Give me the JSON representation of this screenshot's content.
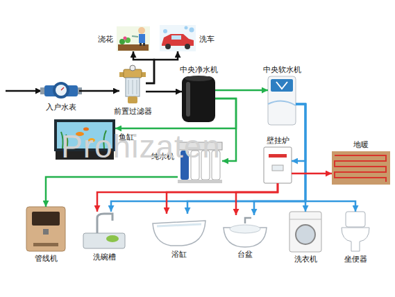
{
  "diagram": {
    "nodes": [
      {
        "text": [
          "入户水表"
        ]
      },
      {
        "text": [
          "前置过滤器"
        ]
      },
      {
        "text": [
          "浇花"
        ]
      },
      {
        "text": [
          "洗车"
        ]
      },
      {
        "text": [
          "中央净水机"
        ]
      },
      {
        "text": [
          "中央软水机"
        ]
      },
      {
        "text": [
          "鱼缸"
        ]
      },
      {
        "text": [
          "纯水机"
        ]
      },
      {
        "text": [
          "壁挂炉"
        ]
      },
      {
        "text": [
          "地暖"
        ]
      },
      {
        "text": [
          "管线机"
        ]
      },
      {
        "text": [
          "洗碗槽"
        ]
      },
      {
        "text": [
          "浴缸"
        ]
      },
      {
        "text": [
          "台盆"
        ]
      },
      {
        "text": [
          "洗衣机"
        ]
      },
      {
        "text": [
          "坐便器"
        ]
      }
    ],
    "edges": [
      {
        "from": 0,
        "to": 1,
        "arrow": "to"
      },
      {
        "from": 1,
        "to": 2,
        "arrow": "to"
      },
      {
        "from": 1,
        "to": 3,
        "arrow": "to"
      },
      {
        "from": 1,
        "to": 4,
        "arrow": "to"
      },
      {
        "from": 4,
        "to": 5,
        "arrow": "to"
      },
      {
        "from": 4,
        "to": 6,
        "arrow": "to"
      },
      {
        "from": 4,
        "to": 7,
        "arrow": "to"
      },
      {
        "from": 7,
        "to": 10,
        "arrow": "to"
      },
      {
        "from": 5,
        "to": 8,
        "arrow": "to"
      },
      {
        "from": 5,
        "to": 11,
        "arrow": "to"
      },
      {
        "from": 5,
        "to": 12,
        "arrow": "to"
      },
      {
        "from": 5,
        "to": 13,
        "arrow": "to"
      },
      {
        "from": 5,
        "to": 14,
        "arrow": "to"
      },
      {
        "from": 5,
        "to": 15,
        "arrow": "to"
      },
      {
        "from": 8,
        "to": 9,
        "arrow": "to"
      },
      {
        "from": 8,
        "to": 11,
        "arrow": "to"
      },
      {
        "from": 8,
        "to": 12,
        "arrow": "to"
      },
      {
        "from": 8,
        "to": 13,
        "arrow": "to"
      }
    ],
    "labels": [
      "Prohizaten"
    ]
  }
}
